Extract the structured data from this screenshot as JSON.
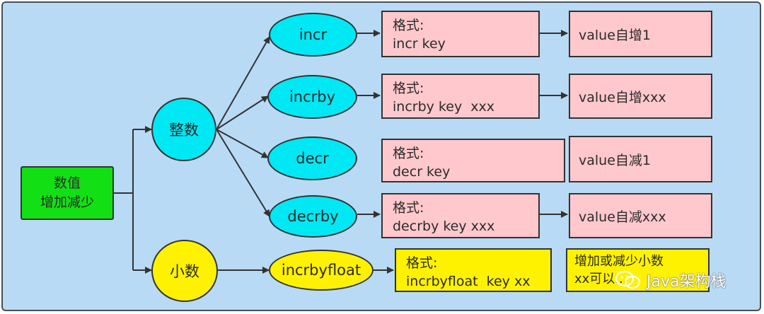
{
  "root": {
    "line1": "数值",
    "line2": "增加减少"
  },
  "integer": "整数",
  "decimal": "小数",
  "commands": [
    {
      "name": "incr",
      "format_label": "格式:",
      "format_value": "incr key",
      "result": "value自增1"
    },
    {
      "name": "incrby",
      "format_label": "格式:",
      "format_value": "incrby key  xxx",
      "result": "value自增xxx"
    },
    {
      "name": "decr",
      "format_label": "格式:",
      "format_value": "decr key",
      "result": "value自减1"
    },
    {
      "name": "decrby",
      "format_label": "格式:",
      "format_value": "decrby key xxx",
      "result": "value自减xxx"
    }
  ],
  "float_command": {
    "name": "incrbyfloat",
    "format_label": "格式:",
    "format_value": "incrbyfloat  key xx",
    "result_line1": "增加或减少小数",
    "result_line2": "xx可以..."
  },
  "watermark": "Java架构栈",
  "colors": {
    "background": "#b8daf5",
    "root_fill": "#13e014",
    "integer_fill": "#00e8f4",
    "decimal_fill": "#fff200",
    "format_fill": "#ffc8cc",
    "float_fill": "#fff200"
  }
}
